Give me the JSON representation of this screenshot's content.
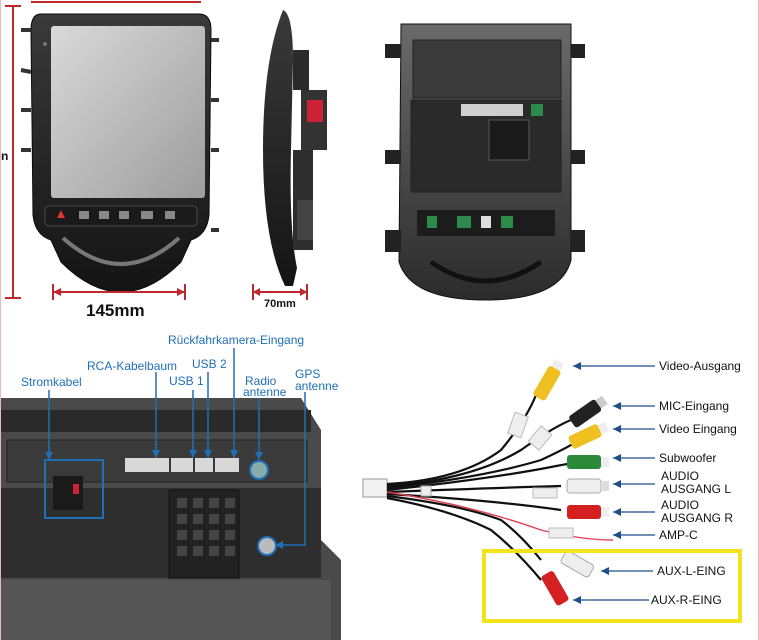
{
  "dimensions": {
    "width_label": "145mm",
    "depth_label": "70mm",
    "height_label_partial": "n"
  },
  "panel_ports": {
    "rear_camera": "Rückfahrkamera-Eingang",
    "rca_harness": "RCA-Kabelbaum",
    "usb2": "USB 2",
    "usb1": "USB 1",
    "power_cable": "Stromkabel",
    "radio_line1": "Radio",
    "radio_line2": "antenne",
    "gps_line1": "GPS",
    "gps_line2": "antenne"
  },
  "rca_cable": {
    "video_out": "Video-Ausgang",
    "mic_in": "MIC-Eingang",
    "video_in": "Video Eingang",
    "subwoofer": "Subwoofer",
    "audio_l_line1": "AUDIO",
    "audio_l_line2": "AUSGANG L",
    "audio_r_line1": "AUDIO",
    "audio_r_line2": "AUSGANG R",
    "amp_c": "AMP-C",
    "aux_l": "AUX-L-EING",
    "aux_r": "AUX-R-EING"
  },
  "colors": {
    "dimension_line": "#c0282d",
    "label_blue": "#1f6fb6",
    "highlight_box": "#f2e21a",
    "plug_yellow": "#f0c020",
    "plug_green": "#2a8a3a",
    "plug_red": "#d42020",
    "plug_white": "#eeeeee"
  }
}
